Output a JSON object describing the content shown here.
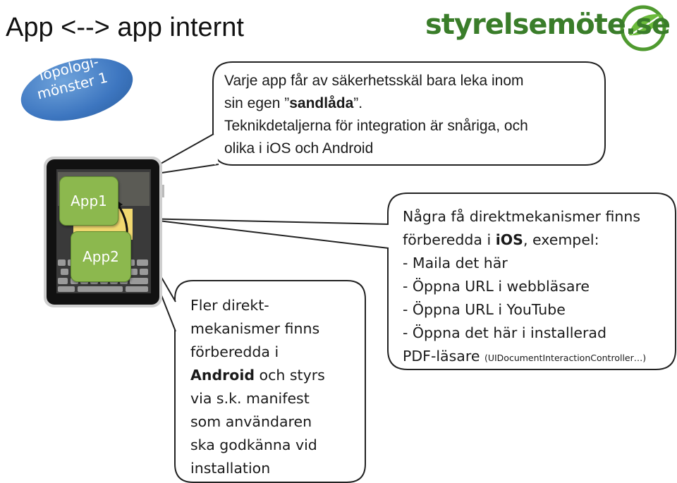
{
  "slide": {
    "title": "App <--> app internt",
    "logo_text": "styrelsemöte.se",
    "badge": {
      "line1": "Topologi-",
      "line2": "mönster 1"
    }
  },
  "bubble_top": {
    "line1": "Varje app får av säkerhetsskäl bara leka inom",
    "line2_prefix": "sin egen ”",
    "line2_bold": "sandlåda",
    "line2_suffix": "”.",
    "line3": "Teknikdetaljerna  för integration är snåriga, och",
    "line4": "olika i iOS och Android"
  },
  "bubble_right": {
    "line1": "Några få direktmekanismer finns",
    "line2_prefix": "förberedda i ",
    "line2_bold": "iOS",
    "line2_suffix": ", exempel:",
    "items": [
      "- Maila det här",
      "- Öppna URL i webbläsare",
      "- Öppna URL i YouTube",
      "- Öppna det här i installerad"
    ],
    "last_prefix": "PDF-läsare",
    "last_small": "(UIDocumentInteractionController…)"
  },
  "bubble_bottom": {
    "line1": "Fler direkt-",
    "line2": "mekanismer finns",
    "line3": "förberedda i",
    "line4_bold": "Android",
    "line4_suffix": " och styrs",
    "line5": "via s.k. manifest",
    "line6": "som användaren",
    "line7": "ska godkänna vid",
    "line8": "installation"
  },
  "ipad": {
    "app1_label": "App1",
    "app2_label": "App2"
  },
  "colors": {
    "badge_blue": "#3d76c0",
    "app_green": "#8cb84e",
    "logo_green": "#3a7d2a"
  }
}
